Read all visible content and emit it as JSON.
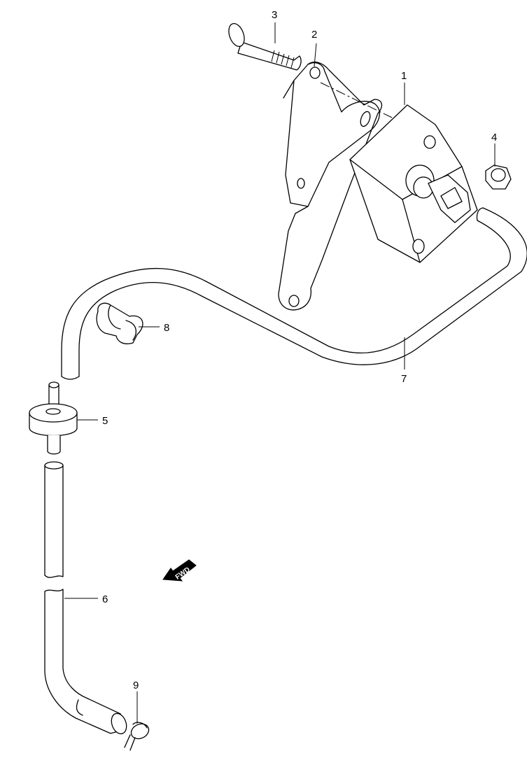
{
  "callouts": [
    {
      "id": "1",
      "label": "1"
    },
    {
      "id": "2",
      "label": "2"
    },
    {
      "id": "3",
      "label": "3"
    },
    {
      "id": "4",
      "label": "4"
    },
    {
      "id": "5",
      "label": "5"
    },
    {
      "id": "6",
      "label": "6"
    },
    {
      "id": "7",
      "label": "7"
    },
    {
      "id": "8",
      "label": "8"
    },
    {
      "id": "9",
      "label": "9"
    }
  ],
  "fwd_arrow": {
    "label": "FWD"
  }
}
